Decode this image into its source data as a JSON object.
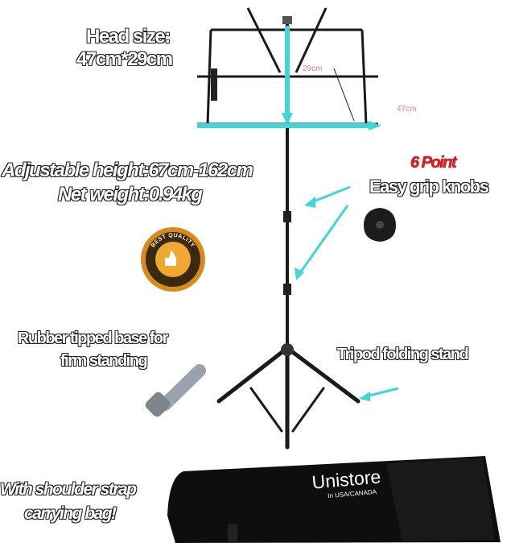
{
  "labels": {
    "head_size": "Head size:",
    "head_dims": "47cm*29cm",
    "height": "Adjustable height:67cm-162cm",
    "weight": "Net weight:0.94kg",
    "knob_count": "6 Point",
    "knobs": "Easy grip knobs",
    "base_line1": "Rubber tipped base for",
    "base_line2": "firm standing",
    "tripod": "Tripod folding stand",
    "bag_line1": "With shoulder strap",
    "bag_line2": "carrying bag!"
  },
  "dimensions": {
    "depth": "29cm",
    "width": "47cm"
  },
  "bag": {
    "brand": "Unistore",
    "sub": "In USA/CANADA"
  },
  "badge_text": "BEST QUALITY",
  "colors": {
    "accent": "#3fd6d8",
    "highlight": "#e02020",
    "stand": "#1a1a1a"
  }
}
